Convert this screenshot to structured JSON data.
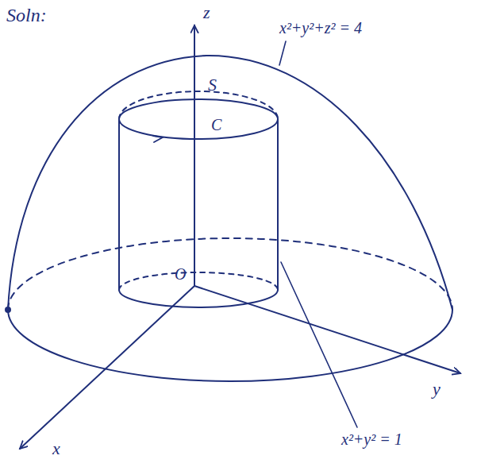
{
  "diagram": {
    "labels": [
      "Soln:",
      "z",
      "x²+y²+z² = 4",
      "S",
      "C",
      "O",
      "y",
      "x",
      "x²+y² = 1"
    ]
  }
}
